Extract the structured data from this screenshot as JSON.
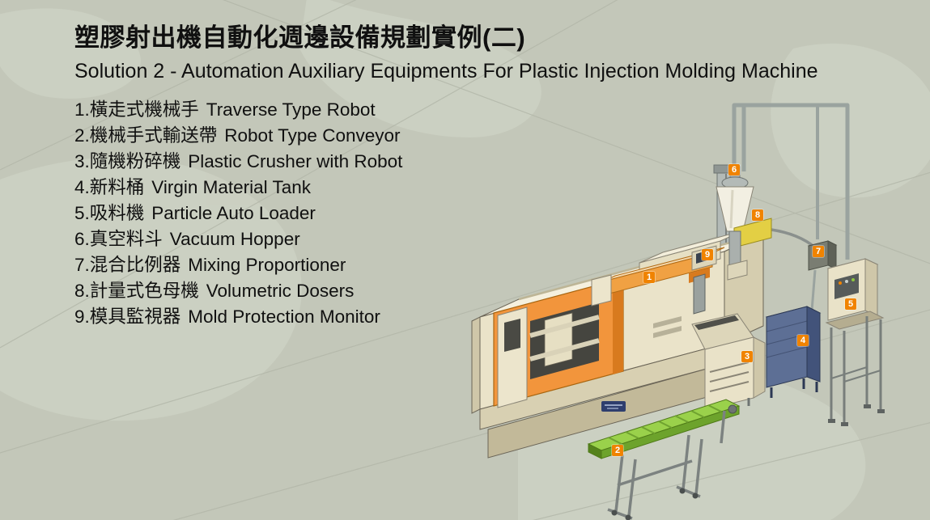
{
  "page": {
    "title_zh": "塑膠射出機自動化週邊設備規劃實例(二)",
    "subtitle_en": "Solution 2 - Automation Auxiliary Equipments For Plastic Injection Molding Machine"
  },
  "equipment": {
    "items": [
      {
        "num": "1",
        "zh": "橫走式機械手",
        "en": "Traverse Type Robot"
      },
      {
        "num": "2",
        "zh": "機械手式輸送帶",
        "en": "Robot Type Conveyor"
      },
      {
        "num": "3",
        "zh": "隨機粉碎機",
        "en": "Plastic Crusher with Robot"
      },
      {
        "num": "4",
        "zh": "新料桶",
        "en": "Virgin Material Tank"
      },
      {
        "num": "5",
        "zh": "吸料機",
        "en": "Particle Auto Loader"
      },
      {
        "num": "6",
        "zh": "真空料斗",
        "en": "Vacuum Hopper"
      },
      {
        "num": "7",
        "zh": "混合比例器",
        "en": "Mixing Proportioner"
      },
      {
        "num": "8",
        "zh": "計量式色母機",
        "en": "Volumetric Dosers"
      },
      {
        "num": "9",
        "zh": "模具監視器",
        "en": "Mold Protection Monitor"
      }
    ]
  },
  "colors": {
    "background": "#c3c7b9",
    "map_shape": "#cdd1c3",
    "marker": "#f08300",
    "machine_cream": "#eae3c9",
    "machine_orange": "#f2953c",
    "conveyor_green": "#8dc63f",
    "cabinet_blue": "#5d6f95",
    "doser_yellow": "#e3cf44"
  }
}
